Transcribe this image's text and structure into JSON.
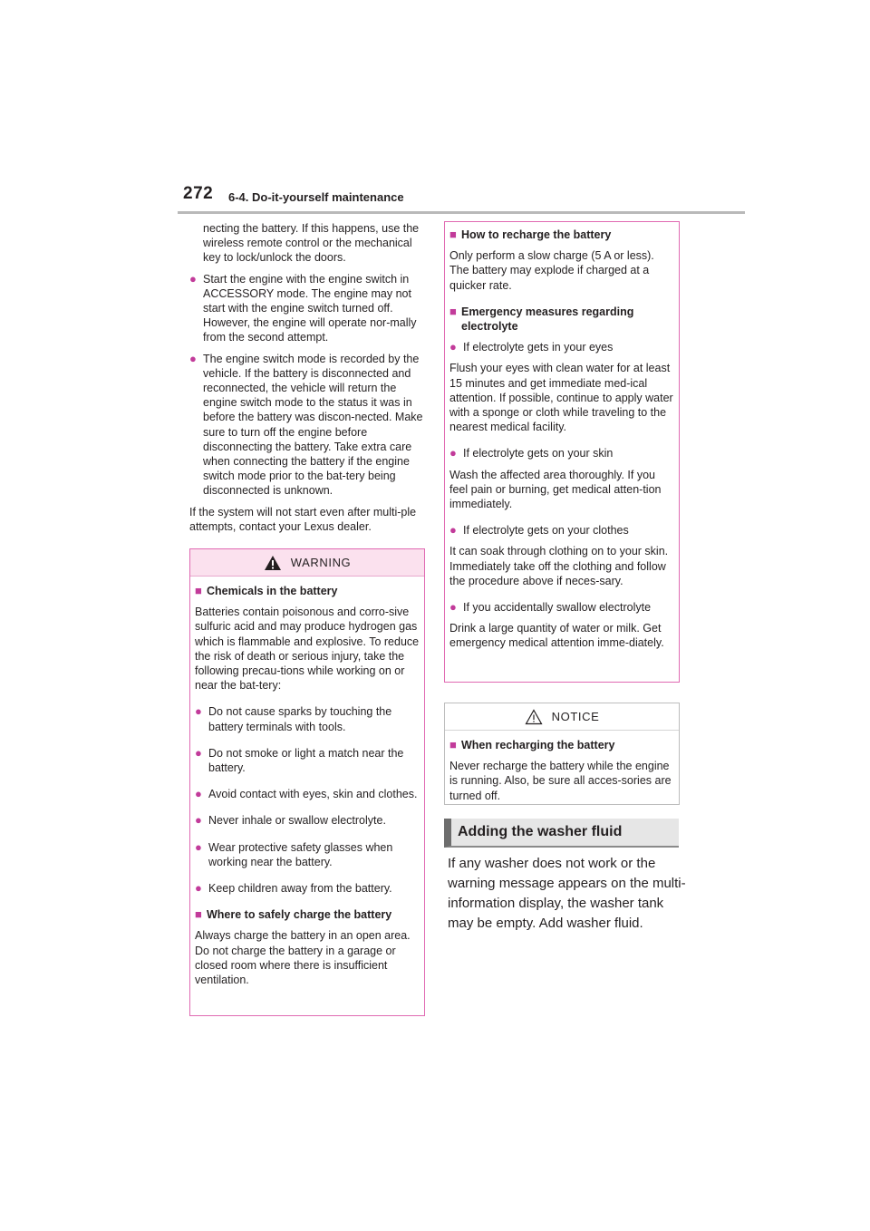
{
  "header": {
    "page_number": "272",
    "section": "6-4. Do-it-yourself maintenance"
  },
  "left_column": {
    "continued_text": "necting the battery. If this happens, use the wireless remote control or the mechanical key to lock/unlock the doors.",
    "bullets": [
      "Start the engine with the engine switch in ACCESSORY mode. The engine may not start with the engine switch turned off. However, the engine will operate nor-mally from the second attempt.",
      "The engine switch mode is recorded by the vehicle. If the battery is disconnected and reconnected, the vehicle will return the engine switch mode to the status it was in before the battery was discon-nected. Make sure to turn off the engine before disconnecting the battery. Take extra care when connecting the battery if the engine switch mode prior to the bat-tery being disconnected is unknown."
    ],
    "paragraph": "If the system will not start even after multi-ple attempts, contact your Lexus dealer."
  },
  "warning": {
    "title": "WARNING",
    "heading1": "Chemicals in the battery",
    "text1": "Batteries contain poisonous and corro-sive sulfuric acid and may produce hydrogen gas which is flammable and explosive. To reduce the risk of death or serious injury, take the following precau-tions while working on or near the bat-tery:",
    "bullets": [
      "Do not cause sparks by touching the battery terminals with tools.",
      "Do not smoke or light a match near the battery.",
      "Avoid contact with eyes, skin and clothes.",
      "Never inhale or swallow electrolyte.",
      "Wear protective safety glasses when working near the battery.",
      "Keep children away from the battery."
    ],
    "heading2": "Where to safely charge the battery",
    "text2": "Always charge the battery in an open area. Do not charge the battery in a garage or closed room where there is insufficient ventilation."
  },
  "warning_cont": {
    "heading1": "How to recharge the battery",
    "text1": "Only perform a slow charge (5 A or less). The battery may explode if charged at a quicker rate.",
    "heading2": "Emergency measures regarding electrolyte",
    "items": [
      {
        "bullet": "If electrolyte gets in your eyes",
        "text": "Flush your eyes with clean water for at least 15 minutes and get immediate med-ical attention. If possible, continue to apply water with a sponge or cloth while traveling to the nearest medical facility."
      },
      {
        "bullet": "If electrolyte gets on your skin",
        "text": "Wash the affected area thoroughly. If you feel pain or burning, get medical atten-tion immediately."
      },
      {
        "bullet": "If electrolyte gets on your clothes",
        "text": "It can soak through clothing on to your skin. Immediately take off the clothing and follow the procedure above if neces-sary."
      },
      {
        "bullet": "If you accidentally swallow electrolyte",
        "text": "Drink a large quantity of water or milk. Get emergency medical attention imme-diately."
      }
    ]
  },
  "notice": {
    "title": "NOTICE",
    "heading": "When recharging the battery",
    "text": "Never recharge the battery while the engine is running. Also, be sure all acces-sories are turned off."
  },
  "adding_washer": {
    "title": "Adding the washer fluid",
    "text": "If any washer does not work or the warning message appears on the multi-information display, the washer tank may be empty. Add washer fluid."
  },
  "colors": {
    "accent_magenta": "#c23b9a",
    "warning_border": "#e06ab2",
    "warning_header_bg": "#fbe1ee",
    "section_bar_bg": "#e6e6e6"
  },
  "icons": {
    "bullet": "filled-circle",
    "heading_marker": "filled-square",
    "warning": "warning-triangle-icon",
    "notice": "caution-triangle-outline-icon"
  }
}
